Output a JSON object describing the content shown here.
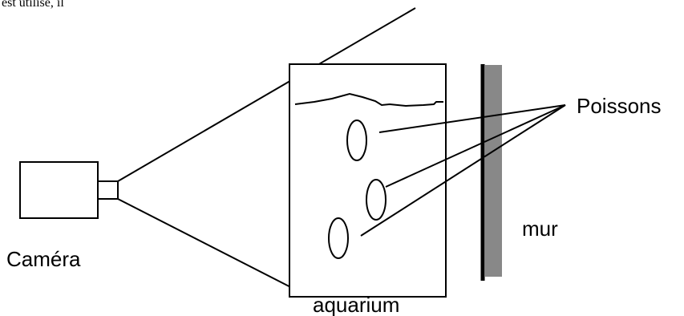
{
  "diagram": {
    "top_text_fragment": "est utilisé, il",
    "labels": {
      "camera": "Caméra",
      "aquarium": "aquarium",
      "fish": "Poissons",
      "wall": "mur"
    },
    "colors": {
      "stroke": "#000000",
      "wall_shadow": "#888888",
      "background": "#ffffff"
    }
  }
}
